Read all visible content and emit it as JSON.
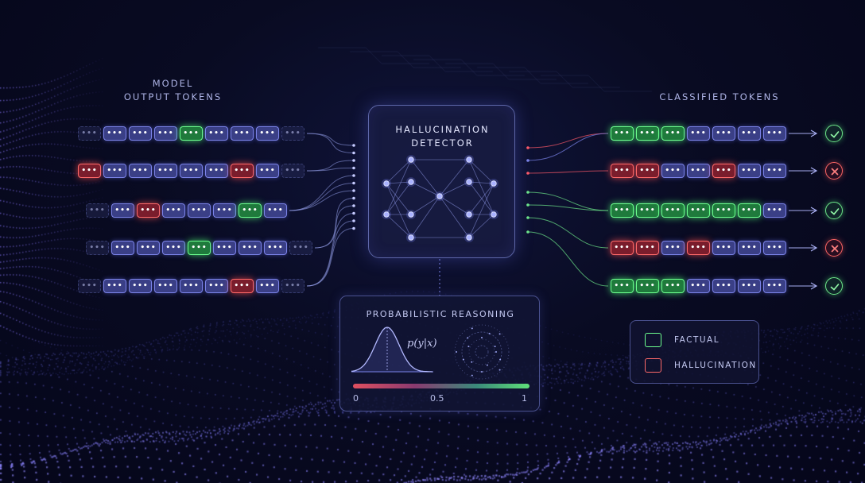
{
  "labels": {
    "input_line1": "MODEL",
    "input_line2": "OUTPUT TOKENS",
    "output": "CLASSIFIED TOKENS",
    "detector_line1": "HALLUCINATION",
    "detector_line2": "DETECTOR",
    "probabilistic": "PROBABILISTIC REASONING",
    "formula": "p(y|x)"
  },
  "token_glyph": "•••",
  "input_rows": [
    [
      "f",
      "b",
      "b",
      "b",
      "g",
      "b",
      "b",
      "b",
      "f"
    ],
    [
      "r",
      "b",
      "b",
      "b",
      "b",
      "b",
      "r",
      "b",
      "f"
    ],
    [
      "f",
      "b",
      "r",
      "b",
      "b",
      "b",
      "g",
      "b"
    ],
    [
      "f",
      "b",
      "b",
      "b",
      "g",
      "b",
      "b",
      "b",
      "f"
    ],
    [
      "f",
      "b",
      "b",
      "b",
      "b",
      "b",
      "r",
      "b",
      "f"
    ]
  ],
  "output_rows": [
    {
      "tokens": [
        "g",
        "g",
        "g",
        "b",
        "b",
        "b",
        "b"
      ],
      "status": "check"
    },
    {
      "tokens": [
        "r",
        "r",
        "b",
        "b",
        "r",
        "b",
        "b"
      ],
      "status": "cross"
    },
    {
      "tokens": [
        "g",
        "g",
        "g",
        "g",
        "g",
        "g",
        "b"
      ],
      "status": "check"
    },
    {
      "tokens": [
        "r",
        "r",
        "b",
        "r",
        "b",
        "b",
        "b"
      ],
      "status": "cross"
    },
    {
      "tokens": [
        "g",
        "g",
        "g",
        "b",
        "b",
        "b",
        "b"
      ],
      "status": "check"
    }
  ],
  "scale": {
    "min_label": "0",
    "mid_label": "0.5",
    "max_label": "1"
  },
  "legend": [
    {
      "label": "FACTUAL",
      "color": "#2e8a4c"
    },
    {
      "label": "HALLUCINATION",
      "color": "#8a2a36"
    }
  ],
  "colors": {
    "token_blue": "#3a3f86",
    "token_green": "#1f7a3c",
    "token_red": "#7a1d2c",
    "accent": "#7b83e8",
    "success": "#6ee88a",
    "danger": "#ff6666"
  }
}
